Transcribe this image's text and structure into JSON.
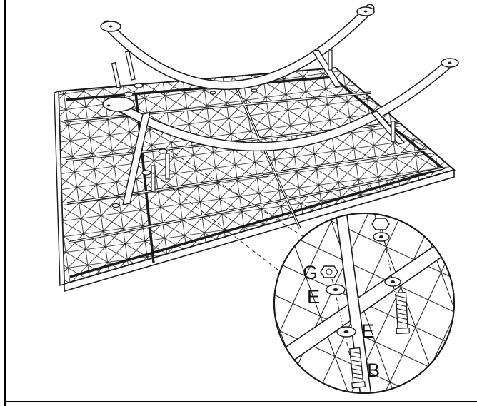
{
  "callout": {
    "labels": {
      "nut": "G",
      "washer_top": "E",
      "washer_bottom": "E",
      "bolt": "B"
    }
  },
  "colors": {
    "line": "#1a1a1a",
    "background": "#ffffff"
  }
}
